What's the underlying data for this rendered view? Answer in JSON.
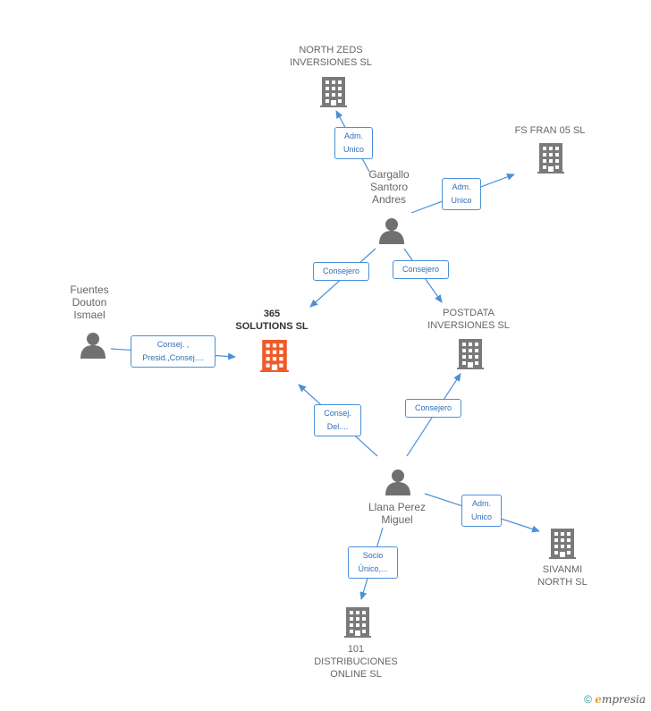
{
  "nodes": {
    "north_zeds": "NORTH ZEDS\nINVERSIONES SL",
    "fs_fran": "FS FRAN 05  SL",
    "gargallo": "Gargallo\nSantoro\nAndres",
    "fuentes": "Fuentes\nDouton\nIsmael",
    "solutions": "365\nSOLUTIONS SL",
    "postdata": "POSTDATA\nINVERSIONES SL",
    "llana": "Llana Perez\nMiguel",
    "sivanmi": "SIVANMI\nNORTH SL",
    "distribuciones": "101\nDISTRIBUCIONES\nONLINE  SL"
  },
  "edges": {
    "e1": "Adm.\nUnico",
    "e2": "Adm.\nUnico",
    "e3": "Consejero",
    "e4": "Consejero",
    "e5": "Consej. ,\nPresid.,Consej....",
    "e6": "Consej.\nDel....",
    "e7": "Consejero",
    "e8": "Adm.\nUnico",
    "e9": "Socio\nÚnico,..."
  },
  "footer": {
    "copyright": "©",
    "brand_initial": "e",
    "brand_rest": "mpresia"
  },
  "colors": {
    "edge": "#4a90d9",
    "building": "#7a7a7a",
    "building_main": "#f05a28",
    "person": "#707070"
  }
}
